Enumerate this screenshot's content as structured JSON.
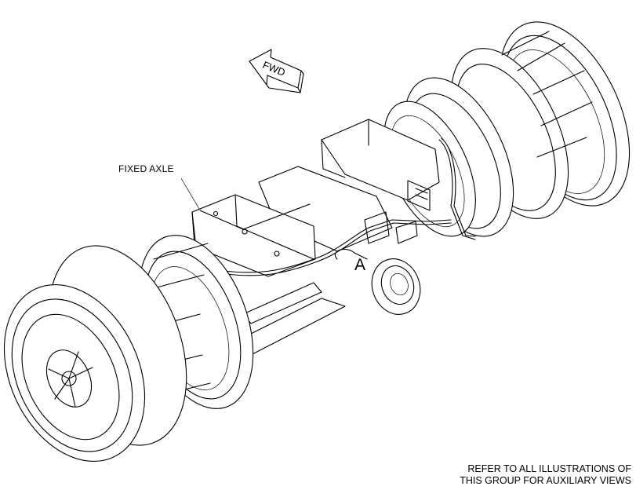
{
  "diagram": {
    "labels": {
      "fixed_axle": "FIXED AXLE",
      "view_a": "A",
      "fwd": "FWD"
    },
    "footnote": {
      "line1": "REFER TO ALL ILLUSTRATIONS OF",
      "line2": "THIS GROUP FOR AUXILIARY VIEWS"
    }
  }
}
